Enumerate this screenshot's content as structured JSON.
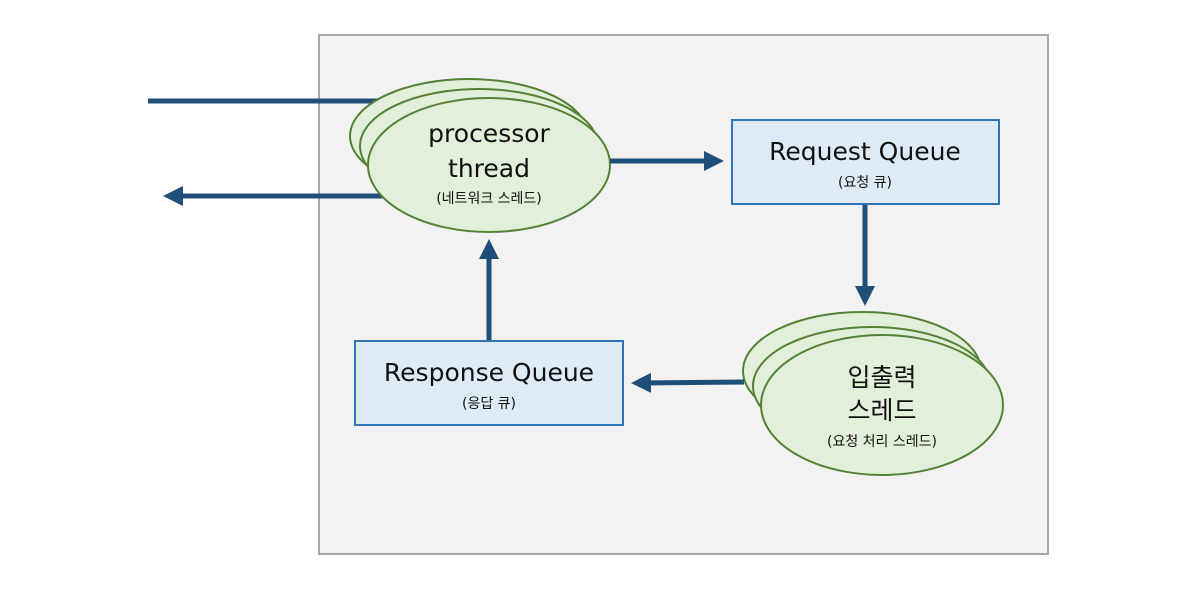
{
  "nodes": {
    "processor": {
      "line1": "processor",
      "line2": "thread",
      "sub": "(네트워크 스레드)"
    },
    "request_queue": {
      "title": "Request Queue",
      "sub": "(요청 큐)"
    },
    "io_thread": {
      "line1": "입출력",
      "line2": "스레드",
      "sub": "(요청 처리 스레드)"
    },
    "response_queue": {
      "title": "Response Queue",
      "sub": "(응답 큐)"
    }
  },
  "colors": {
    "arrow": "#1f4e79",
    "container_fill": "#f2f2f2",
    "container_border": "#a6a6a6",
    "ellipse_fill": "#e2efda",
    "ellipse_border": "#548235",
    "queue_fill": "#deebf7",
    "queue_border": "#2e75b6"
  }
}
